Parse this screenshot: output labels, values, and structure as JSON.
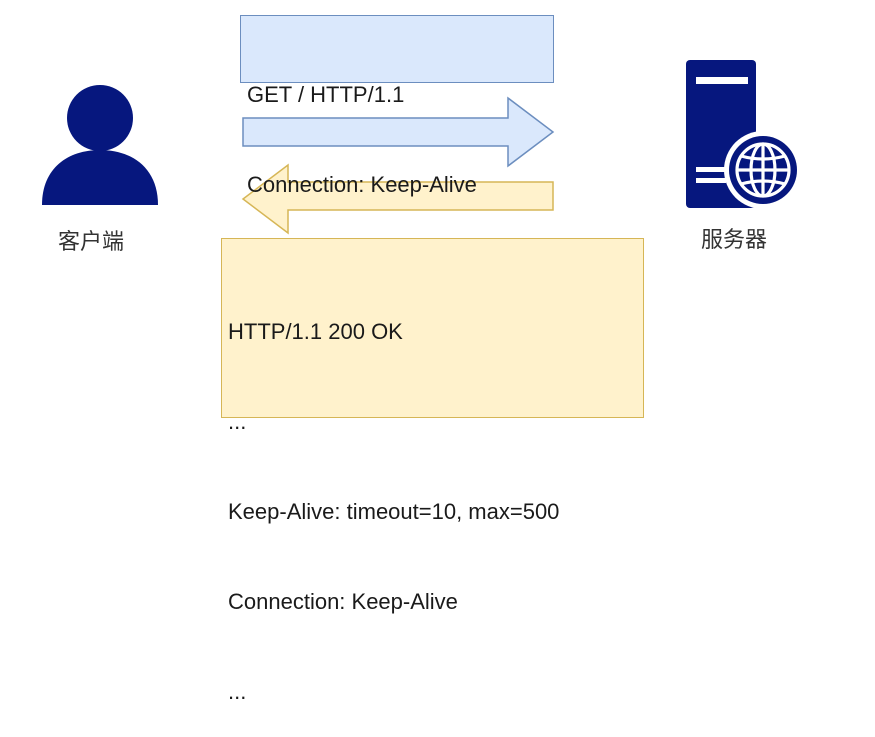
{
  "client": {
    "label": "客户端",
    "icon": "user-icon",
    "color": "#06177e"
  },
  "server": {
    "label": "服务器",
    "icon": "server-globe-icon",
    "color": "#06177e"
  },
  "request": {
    "lines": [
      "GET / HTTP/1.1",
      "Connection: Keep-Alive"
    ],
    "fill": "#dae8fc",
    "stroke": "#6c8ebf"
  },
  "response": {
    "lines": [
      "HTTP/1.1 200 OK",
      "...",
      "Keep-Alive: timeout=10, max=500",
      "Connection: Keep-Alive",
      "..."
    ],
    "fill": "#fff2cc",
    "stroke": "#d6b656"
  },
  "arrows": {
    "request_direction": "right",
    "response_direction": "left"
  }
}
